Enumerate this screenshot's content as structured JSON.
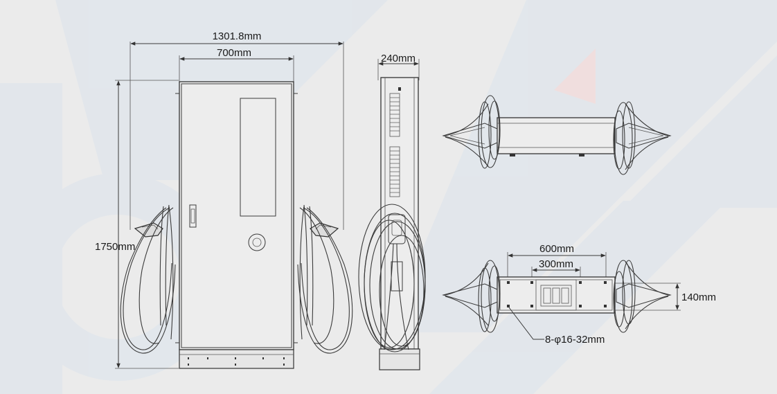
{
  "dimensions": {
    "overall_width": "1301.8mm",
    "body_width": "700mm",
    "height": "1750mm",
    "depth": "240mm",
    "mount_span_outer": "600mm",
    "mount_span_inner": "300mm",
    "base_depth": "140mm",
    "mounting_holes": "8-φ16-32mm"
  },
  "colors": {
    "background": "#ebebeb",
    "line": "#333333",
    "watermark": "#dfe5ec",
    "watermark_accent": "#f2dada"
  }
}
